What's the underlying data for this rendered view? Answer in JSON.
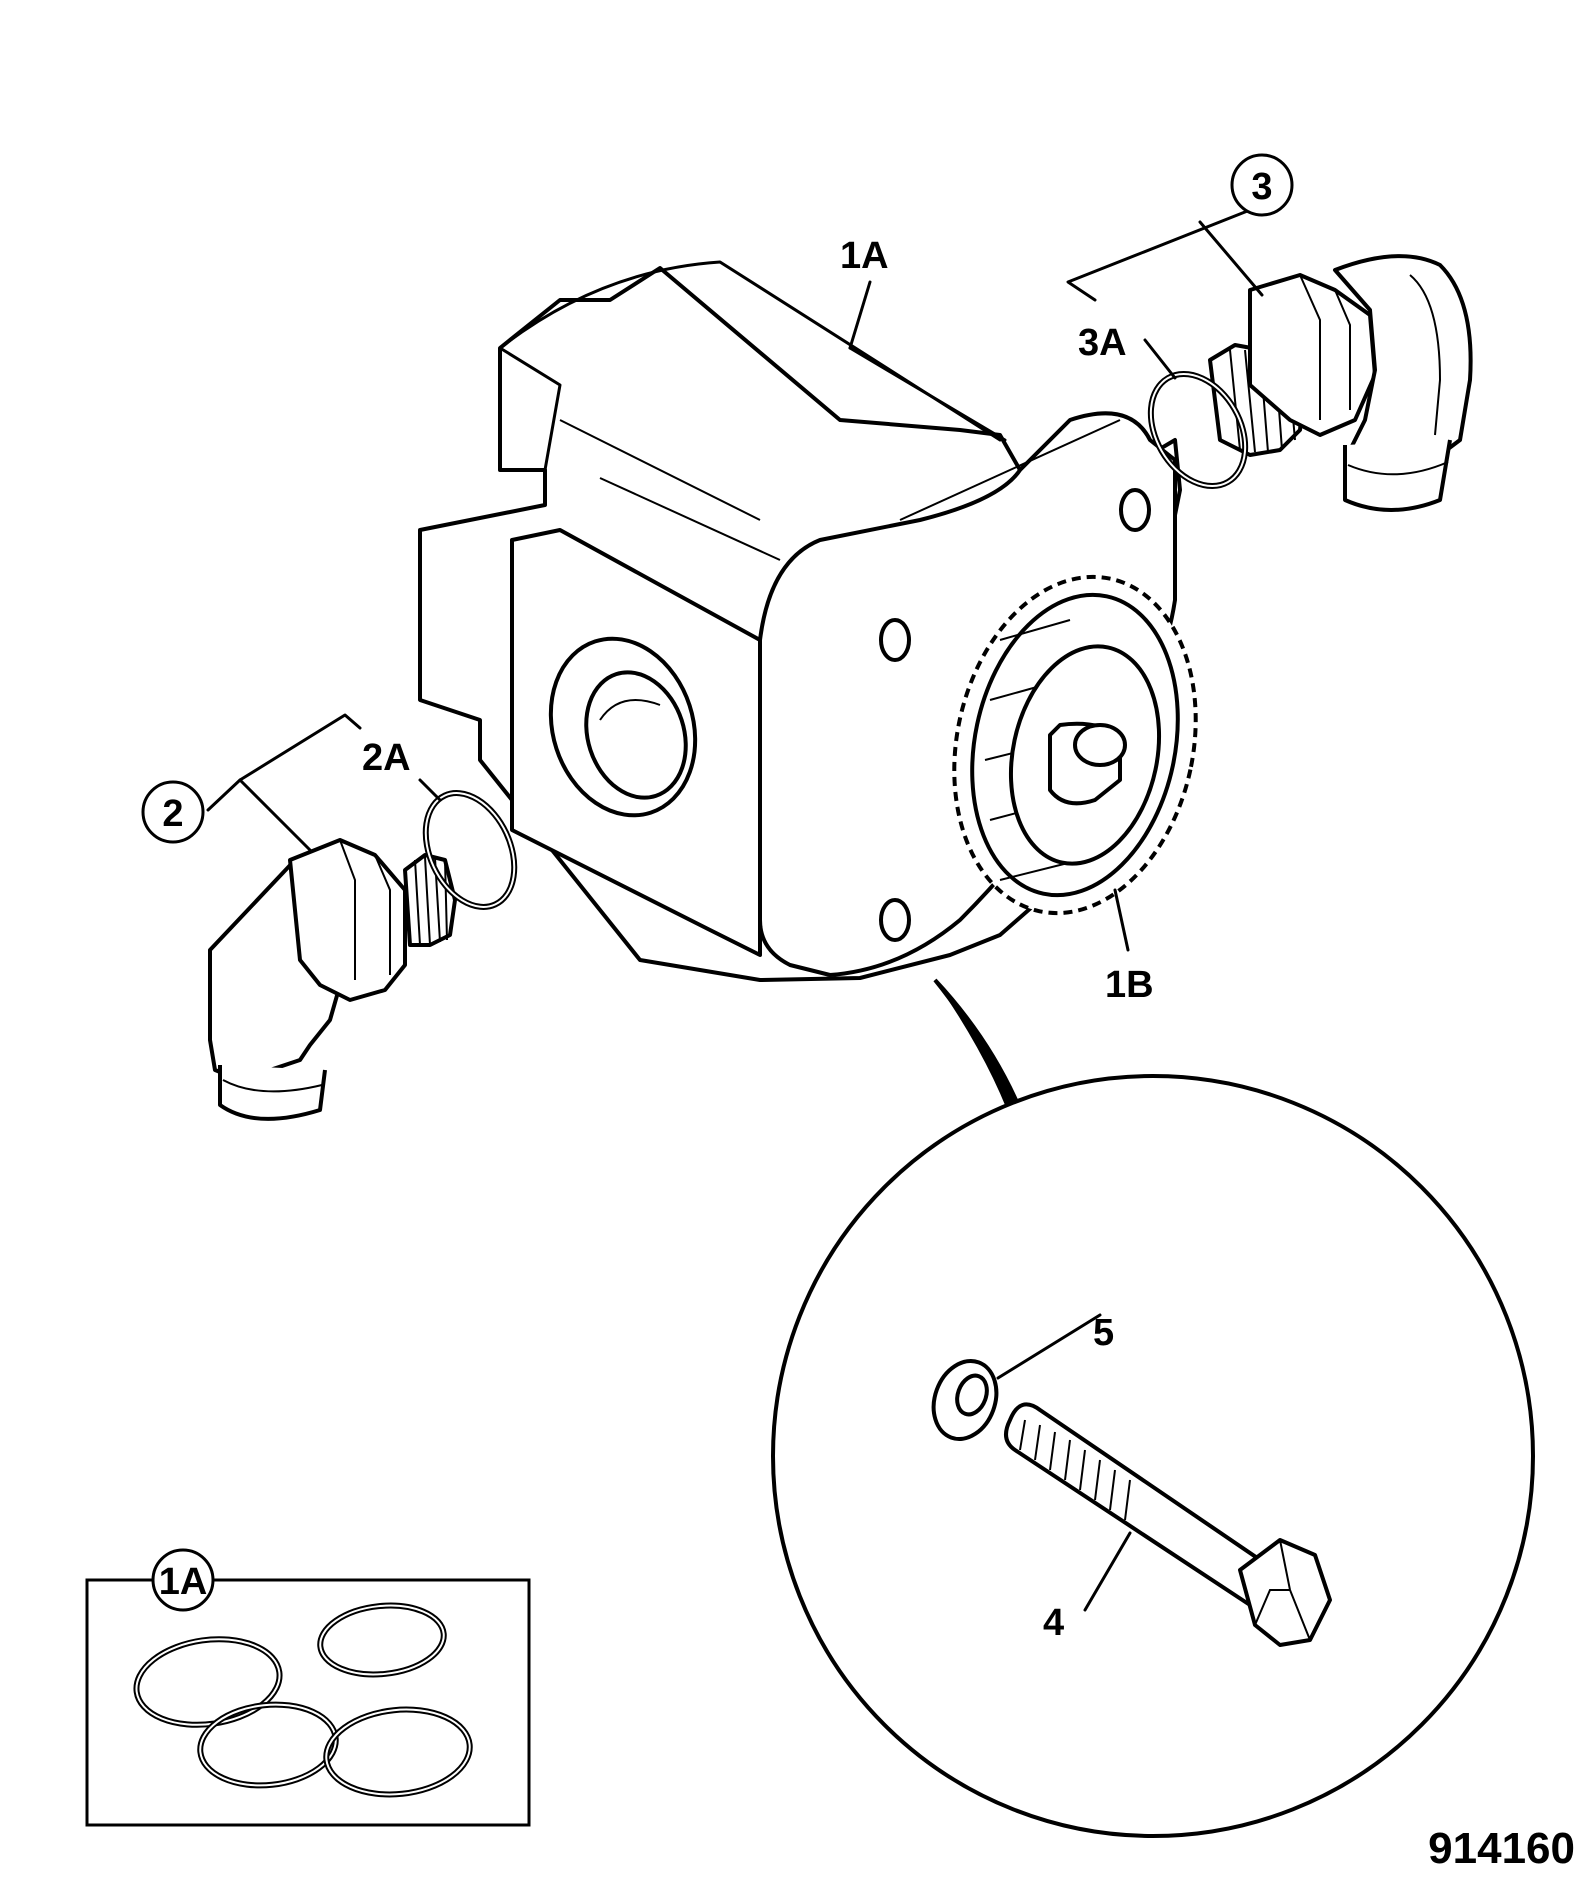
{
  "labels": {
    "main_body": "1A",
    "drive_gear": "1B",
    "fitting_left": "2",
    "oring_left": "2A",
    "fitting_right": "3",
    "oring_right": "3A",
    "bolt": "4",
    "washer": "5",
    "seal_kit": "1A"
  },
  "reference_number": "914160"
}
